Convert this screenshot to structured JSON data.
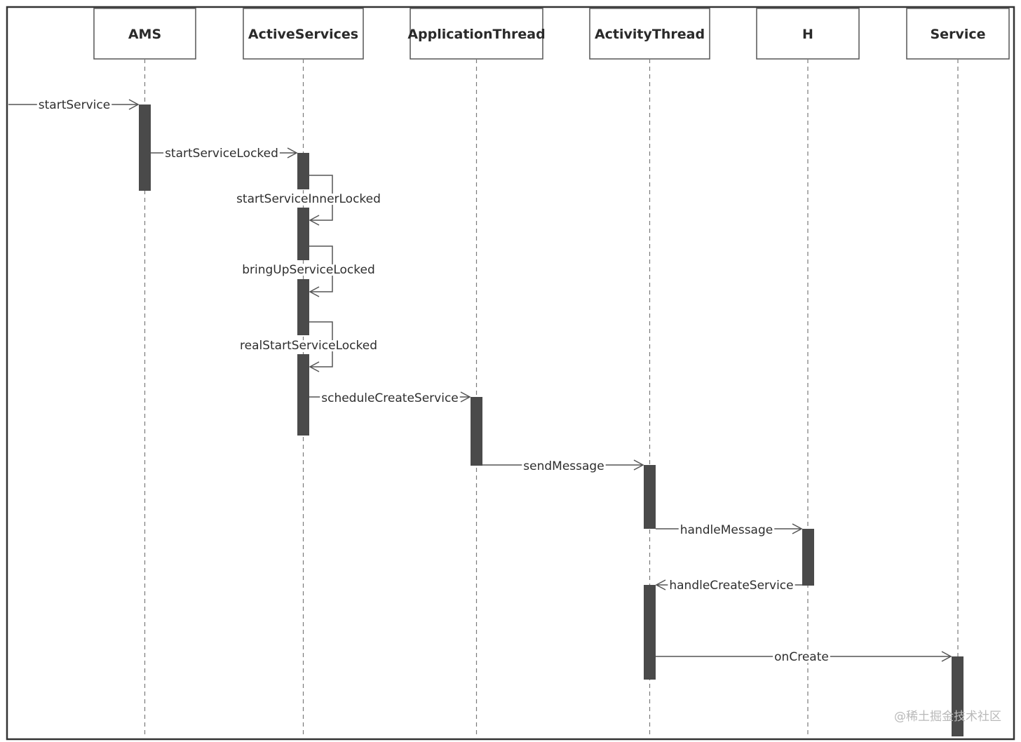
{
  "diagram": {
    "participants": [
      {
        "id": "ams",
        "name": "AMS"
      },
      {
        "id": "active",
        "name": "ActiveServices"
      },
      {
        "id": "appthread",
        "name": "ApplicationThread"
      },
      {
        "id": "actthread",
        "name": "ActivityThread"
      },
      {
        "id": "h",
        "name": "H"
      },
      {
        "id": "service",
        "name": "Service"
      }
    ],
    "messages": [
      {
        "label": "startService",
        "from": "external",
        "to": "ams"
      },
      {
        "label": "startServiceLocked",
        "from": "ams",
        "to": "active"
      },
      {
        "label": "startServiceInnerLocked",
        "from": "active",
        "to": "active"
      },
      {
        "label": "bringUpServiceLocked",
        "from": "active",
        "to": "active"
      },
      {
        "label": "realStartServiceLocked",
        "from": "active",
        "to": "active"
      },
      {
        "label": "scheduleCreateService",
        "from": "active",
        "to": "appthread"
      },
      {
        "label": "sendMessage",
        "from": "appthread",
        "to": "actthread"
      },
      {
        "label": "handleMessage",
        "from": "actthread",
        "to": "h"
      },
      {
        "label": "handleCreateService",
        "from": "h",
        "to": "actthread"
      },
      {
        "label": "onCreate",
        "from": "actthread",
        "to": "service"
      }
    ]
  },
  "watermark": "@稀土掘金技术社区",
  "colors": {
    "activation": "#4a4a4a",
    "line": "#555555",
    "border": "#333333"
  }
}
